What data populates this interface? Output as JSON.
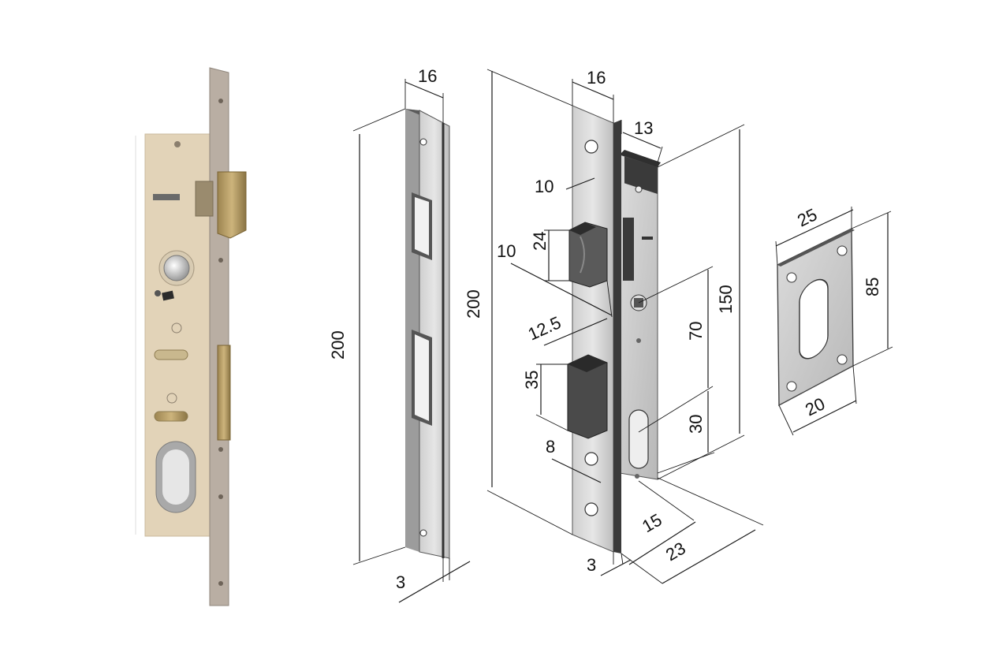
{
  "dimensions": {
    "faceplate_width": "16",
    "faceplate_height": "200",
    "faceplate_thickness": "3",
    "lock_faceplate_width": "16",
    "lock_total_height": "200",
    "case_depth": "13",
    "latch_offset_top": "10",
    "latch_height": "24",
    "latch_offset_side": "10",
    "deadbolt_offset": "12.5",
    "deadbolt_height": "35",
    "deadbolt_width": "8",
    "spindle_to_cylinder": "70",
    "cylinder_to_bottom": "30",
    "case_height": "150",
    "lock_thickness": "3",
    "backset_15": "15",
    "backset_23": "23",
    "escutcheon_width_top": "25",
    "escutcheon_height": "85",
    "escutcheon_width_bottom": "20"
  },
  "colors": {
    "photo_case": "#e2d3b8",
    "photo_faceplate": "#b9aea3",
    "photo_brass": "#b89b5c",
    "steel_light": "#d8d8d8",
    "steel_mid": "#b5b5b5",
    "steel_dark": "#444444",
    "line": "#1a1a1a"
  }
}
